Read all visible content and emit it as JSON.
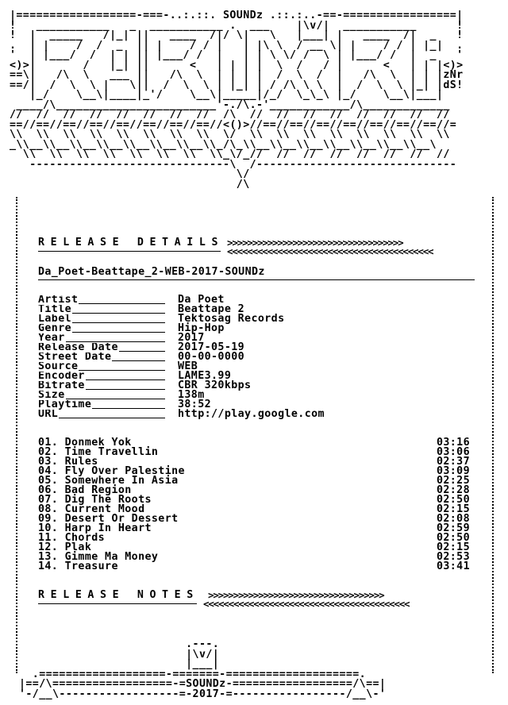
{
  "banner": {
    "brand": "SOUNDz",
    "art": "|==================-===-..:.::. SOUNDz .::.:..-==-=================|\n!   ___________   _  ___________ .  ___    |\\v/|  ___________      !\n!  |  _____   /|_| ||   ____  /|/ \\|   \\   |___| |   ____  /|  _   !\n.  | |    /  /  _  || |    / / |   | |\\ \\  / __ \\| |    / / | |_|  .\n'  | |___/  /  | | || |___/ /  |   | | \\ \\/ /  \\ | |___/ /  |  _   '\n<)>|       /   |_| ||      <   | | | |  \\  /   / |      <   | | |<)>\n==\\|   /\\  \\   ___ ||   /\\  \\  | | | |  /  \\  /  |   /\\  \\  | | |zNr\n==/|  /  \\  \\ |   \\||  /  \\  \\ | |_| | / /\\ \\ \\  |  /  \\  \\ |_| |dS!\n   |_/    \\__\\|____|_'/    \\__\\|_____|/_/  \\_\\_\\ |_/    \\__\\|___|\n ____/\\________________________'-./\\.-'____________/\\_____________\n//  //  //  //  //  //  //  //  /\\  //  //  //  //  //  //  //  //\n==//==//==//==//==//==//==//==//<()>//==//==//==//==//==//==//==//=\n\\\\  \\\\  \\\\  \\\\  \\\\  \\\\  \\\\  \\\\  \\/  \\\\  \\\\  \\\\  \\\\  \\\\  \\\\  \\\\  \\\\\n_\\\\__\\\\__\\\\__\\\\__\\\\__\\\\__\\\\__\\\\_/\\_\\\\__\\\\__\\\\__\\\\__\\\\__\\\\__\\\\__\\\n  \\\\  \\\\  \\\\  \\\\  \\\\  \\\\  \\\\  \\\\_\\/_//  //  //  //  //  //  //  //\n   ------------------------------\\  /------------------------------\n                                  \\/\n                                  /\\"
  },
  "release_details": {
    "heading": "RELEASE DETAILS",
    "release_name": "Da_Poet-Beattape_2-WEB-2017-SOUNDz",
    "fields": [
      {
        "key": "Artist",
        "value": "Da Poet"
      },
      {
        "key": "Title",
        "value": "Beattape 2"
      },
      {
        "key": "Label",
        "value": "Tektosag Records"
      },
      {
        "key": "Genre",
        "value": "Hip-Hop"
      },
      {
        "key": "Year",
        "value": "2017"
      },
      {
        "key": "Release Date",
        "value": "2017-05-19"
      },
      {
        "key": "Street Date",
        "value": "00-00-0000"
      },
      {
        "key": "Source",
        "value": "WEB"
      },
      {
        "key": "Encoder",
        "value": "LAME3.99"
      },
      {
        "key": "Bitrate",
        "value": "CBR 320kbps"
      },
      {
        "key": "Size",
        "value": "138m"
      },
      {
        "key": "Playtime",
        "value": "38:52"
      },
      {
        "key": "URL",
        "value": "http://play.google.com"
      }
    ]
  },
  "tracklist": [
    {
      "num": "01.",
      "title": "Donmek Yok",
      "time": "03:16"
    },
    {
      "num": "02.",
      "title": "Time Travellin",
      "time": "03:06"
    },
    {
      "num": "03.",
      "title": "Rules",
      "time": "02:37"
    },
    {
      "num": "04.",
      "title": "Fly Over Palestine",
      "time": "03:09"
    },
    {
      "num": "05.",
      "title": "Somewhere In Asia",
      "time": "02:25"
    },
    {
      "num": "06.",
      "title": "Bad Region",
      "time": "02:28"
    },
    {
      "num": "07.",
      "title": "Dig The Roots",
      "time": "02:50"
    },
    {
      "num": "08.",
      "title": "Current Mood",
      "time": "02:15"
    },
    {
      "num": "09.",
      "title": "Desert Or Dessert",
      "time": "02:08"
    },
    {
      "num": "10.",
      "title": "Harp In Heart",
      "time": "02:59"
    },
    {
      "num": "11.",
      "title": "Chords",
      "time": "02:50"
    },
    {
      "num": "12.",
      "title": "Plak",
      "time": "02:15"
    },
    {
      "num": "13.",
      "title": "Gimme Ma Money",
      "time": "02:53"
    },
    {
      "num": "14.",
      "title": "Treasure",
      "time": "03:41"
    }
  ],
  "release_notes": {
    "heading": "RELEASE NOTES"
  },
  "footer": {
    "brand": "SOUNDz",
    "year": "2017",
    "art": "                         .---.\n                         |\\v/|\n                         |___|\n  .===================-=======-====================.\n|==/\\==================-=SOUNDz-==================/\\==|\n'-/__\\------------------=-2017-=-----------------/__\\-'"
  },
  "ornaments": {
    "arrows_right": ">>>>>>>>>>>>>>>>>>>>>>>>>>>>>>>>>>>",
    "arrows_left": "<<<<<<<<<<<<<<<<<<<<<<<<<<<<<<<<<<<<<<<<<"
  }
}
